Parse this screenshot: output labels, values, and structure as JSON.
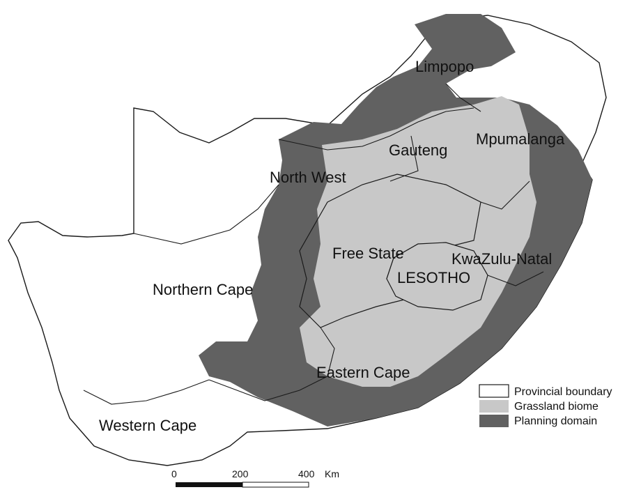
{
  "colors": {
    "province_fill": "#ffffff",
    "grassland": "#c8c8c8",
    "planning": "#616161",
    "outline": "#1a1a1a"
  },
  "labels": {
    "limpopo": "Limpopo",
    "mpumalanga": "Mpumalanga",
    "gauteng": "Gauteng",
    "north_west": "North West",
    "free_state": "Free State",
    "kwazulu_natal": "KwaZulu-Natal",
    "lesotho": "LESOTHO",
    "northern_cape": "Northern Cape",
    "eastern_cape": "Eastern Cape",
    "western_cape": "Western Cape"
  },
  "legend": [
    {
      "label": "Provincial boundary",
      "swatch": "#ffffff"
    },
    {
      "label": "Grassland biome",
      "swatch": "#c8c8c8"
    },
    {
      "label": "Planning domain",
      "swatch": "#616161"
    }
  ],
  "scale_bar": {
    "ticks": [
      "0",
      "200",
      "400"
    ],
    "unit": "Km"
  }
}
